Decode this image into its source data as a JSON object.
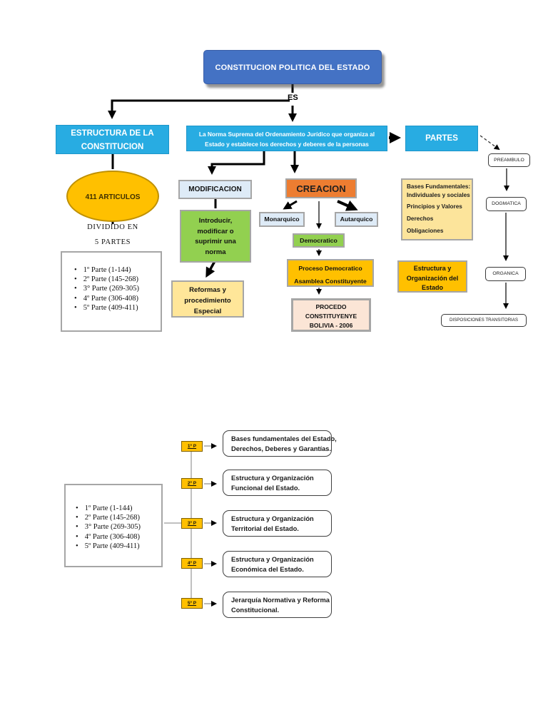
{
  "top_map": {
    "title": "CONSTITUCION POLITICA DEL ESTADO",
    "es_label": "ES",
    "estructura_line1": "ESTRUCTURA DE LA",
    "estructura_line2": "CONSTITUCION",
    "norma_line1": "La Norma Suprema del Ordenamiento Jurídico que organiza al",
    "norma_line2": "Estado y establece los derechos y deberes de la personas",
    "partes": "PARTES",
    "articulos": "411 ARTICULOS",
    "dividido_line1": "DIVIDIDO EN",
    "dividido_line2": "5 PARTES",
    "parts_list": [
      "1º Parte (1-144)",
      "2º Parte (145-268)",
      "3° Parte (269-305)",
      "4º Parte (306-408)",
      "5º Parte (409-411)"
    ],
    "modificacion": "MODIFICACION",
    "introducir": "Introducir, modificar o suprimir una norma",
    "reformas": "Reformas y procedimiento Especial",
    "creacion": "CREACION",
    "monarquico": "Monarquico",
    "autarquico": "Autarquico",
    "democratico": "Democratico",
    "proceso_line1": "Proceso Democratico",
    "proceso_line2": "Asamblea Constituyente",
    "procedo_line1": "PROCEDO",
    "procedo_line2": "CONSTITUYENYE",
    "procedo_line3": "BOLIVIA -  2006",
    "bases_line1": "Bases Fundamentales:",
    "bases_line2": "Individuales y sociales",
    "bases_line3": "Principios y Valores",
    "bases_line4": "Derechos",
    "bases_line5": "Obligaciones",
    "estructura_org_line1": "Estructura y",
    "estructura_org_line2": "Organización del",
    "estructura_org_line3": "Estado",
    "chain_preambulo": "PREAMBULO",
    "chain_dogmatica": "DOGMATICA",
    "chain_organica": "ORGANICA",
    "chain_disposiciones": "DISPOSICIONES TRANSITORIAS"
  },
  "bottom_map": {
    "parts_list": [
      "1º Parte (1-144)",
      "2º Parte (145-268)",
      "3° Parte (269-305)",
      "4º Parte (306-408)",
      "5º Parte (409-411)"
    ],
    "rows": [
      {
        "tag": "1º P",
        "line1": "Bases fundamentales del Estado,",
        "line2": "Derechos, Deberes y Garantías."
      },
      {
        "tag": "2º P",
        "line1": "Estructura y Organización",
        "line2": "Funcional del Estado."
      },
      {
        "tag": "3º P",
        "line1": "Estructura y Organización",
        "line2": "Territorial del Estado."
      },
      {
        "tag": "4º P",
        "line1": "Estructura y Organización",
        "line2": "Económica del Estado."
      },
      {
        "tag": "5º P",
        "line1": "Jerarquía Normativa y Reforma",
        "line2": "Constitucional."
      }
    ]
  },
  "colors": {
    "cyan": "#28ACE2",
    "title_blue": "#4472C4",
    "gold": "#FFC000",
    "green": "#92D050",
    "orange": "#ED7D31",
    "light_blue": "#DEEBF7",
    "light_yellow": "#FFE699",
    "peach": "#FBE5D6",
    "pale_yellow": "#FCE49B"
  }
}
